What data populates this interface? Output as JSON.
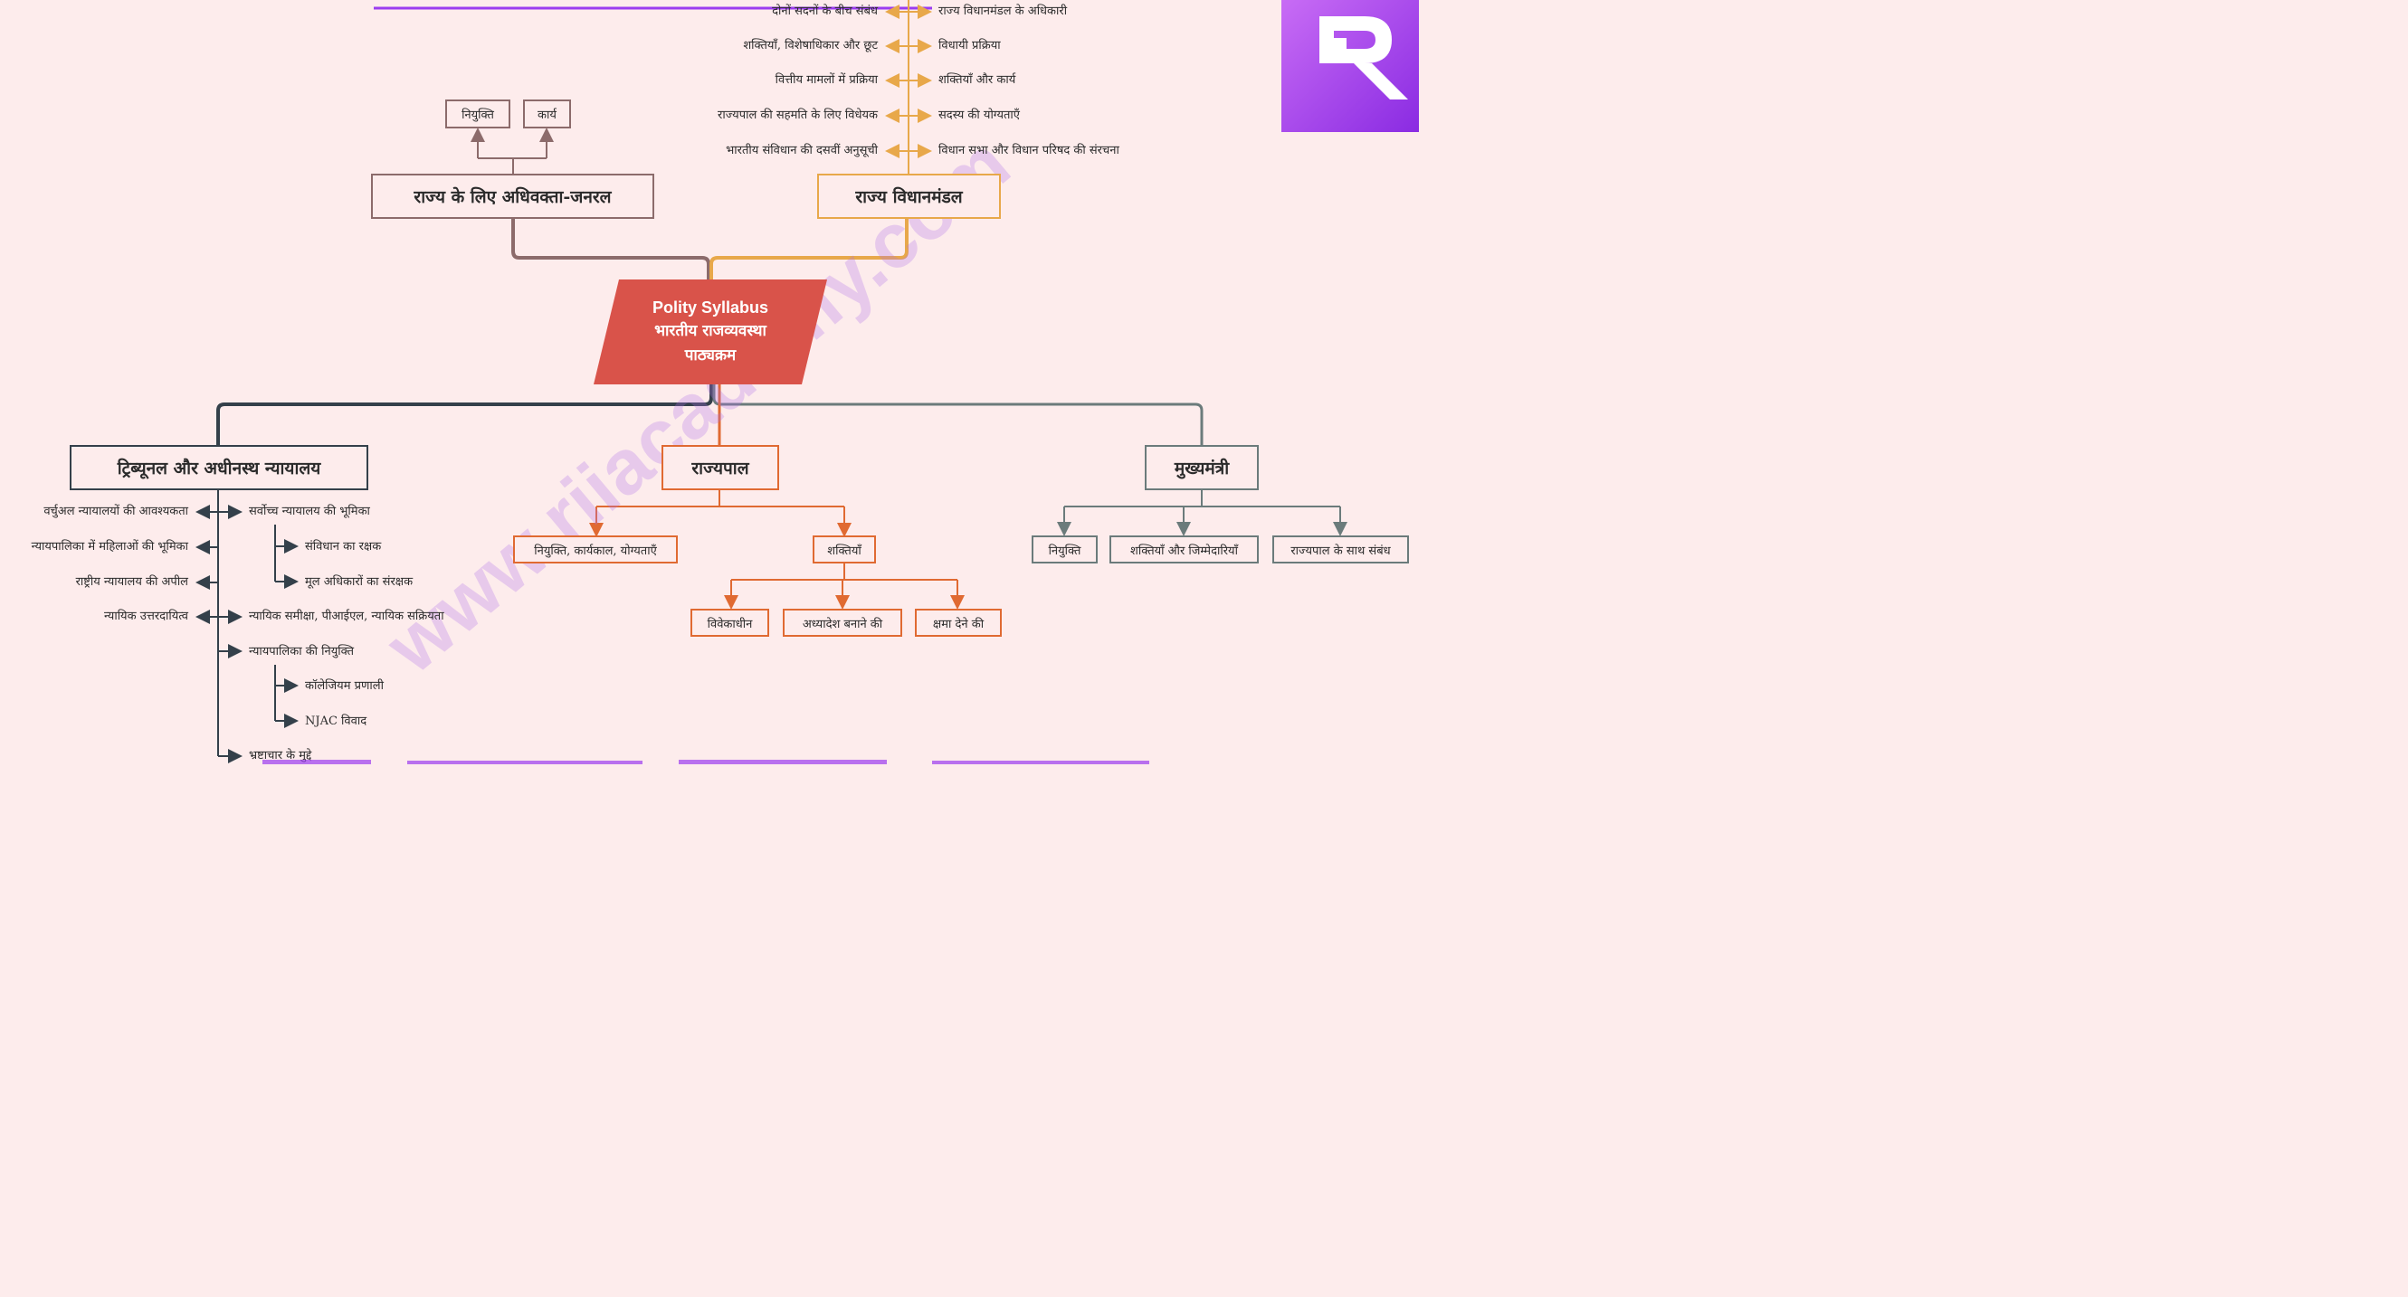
{
  "center": {
    "title": "Polity Syllabus",
    "subtitle_line1": "भारतीय राजव्यवस्था",
    "subtitle_line2": "पाठ्यक्रम"
  },
  "advocate_general": {
    "title": "राज्य के लिए अधिवक्ता-जनरल",
    "children": [
      "नियुक्ति",
      "कार्य"
    ]
  },
  "legislature": {
    "title": "राज्य विधानमंडल",
    "left_items": [
      "दोनों सदनों के बीच संबंध",
      "शक्तियाँ, विशेषाधिकार और छूट",
      "वित्तीय मामलों में प्रक्रिया",
      "राज्यपाल की सहमति के लिए विधेयक",
      "भारतीय संविधान की दसवीं अनुसूची"
    ],
    "right_items": [
      "राज्य विधानमंडल के अधिकारी",
      "विधायी प्रक्रिया",
      "शक्तियाँ और कार्य",
      "सदस्य की योग्यताएँ",
      "विधान सभा और विधान परिषद की संरचना"
    ]
  },
  "tribunals": {
    "title": "ट्रिब्यूनल और अधीनस्थ न्यायालय",
    "left_items": [
      "वर्चुअल न्यायालयों की आवश्यकता",
      "न्यायपालिका में महिलाओं की भूमिका",
      "राष्ट्रीय न्यायालय की अपील",
      "न्यायिक उत्तरदायित्व"
    ],
    "right_items": {
      "supreme_court_role": "सर्वोच्च न्यायालय की भूमिका",
      "guardian_constitution": "संविधान का रक्षक",
      "protector_rights": "मूल अधिकारों का संरक्षक",
      "judicial_review": "न्यायिक समीक्षा, पीआईएल, न्यायिक सक्रियता",
      "appointment": "न्यायपालिका की नियुक्ति",
      "collegium": "कॉलेजियम प्रणाली",
      "njac": "NJAC विवाद",
      "corruption": "भ्रष्टाचार के मुद्दे"
    }
  },
  "governor": {
    "title": "राज्यपाल",
    "appointment": "नियुक्ति, कार्यकाल, योग्यताएँ",
    "powers": "शक्तियाँ",
    "power_types": [
      "विवेकाधीन",
      "अध्यादेश बनाने की",
      "क्षमा देने की"
    ]
  },
  "chief_minister": {
    "title": "मुख्यमंत्री",
    "children": [
      "नियुक्ति",
      "शक्तियाँ और जिम्मेदारियाँ",
      "राज्यपाल के साथ संबंध"
    ]
  },
  "watermark": "www.riiacademy.com",
  "colors": {
    "background": "#fdecec",
    "center_fill": "#d9534a",
    "advocate": "#8c6b6b",
    "legislature": "#e8a84a",
    "tribunals": "#34404a",
    "governor": "#e06a32",
    "chief_minister": "#6b7b7b",
    "header_line": "#9b3cf0",
    "logo": "#a855f7"
  },
  "icons": {
    "logo": "r-logo-icon",
    "arrow": "arrow-icon"
  }
}
